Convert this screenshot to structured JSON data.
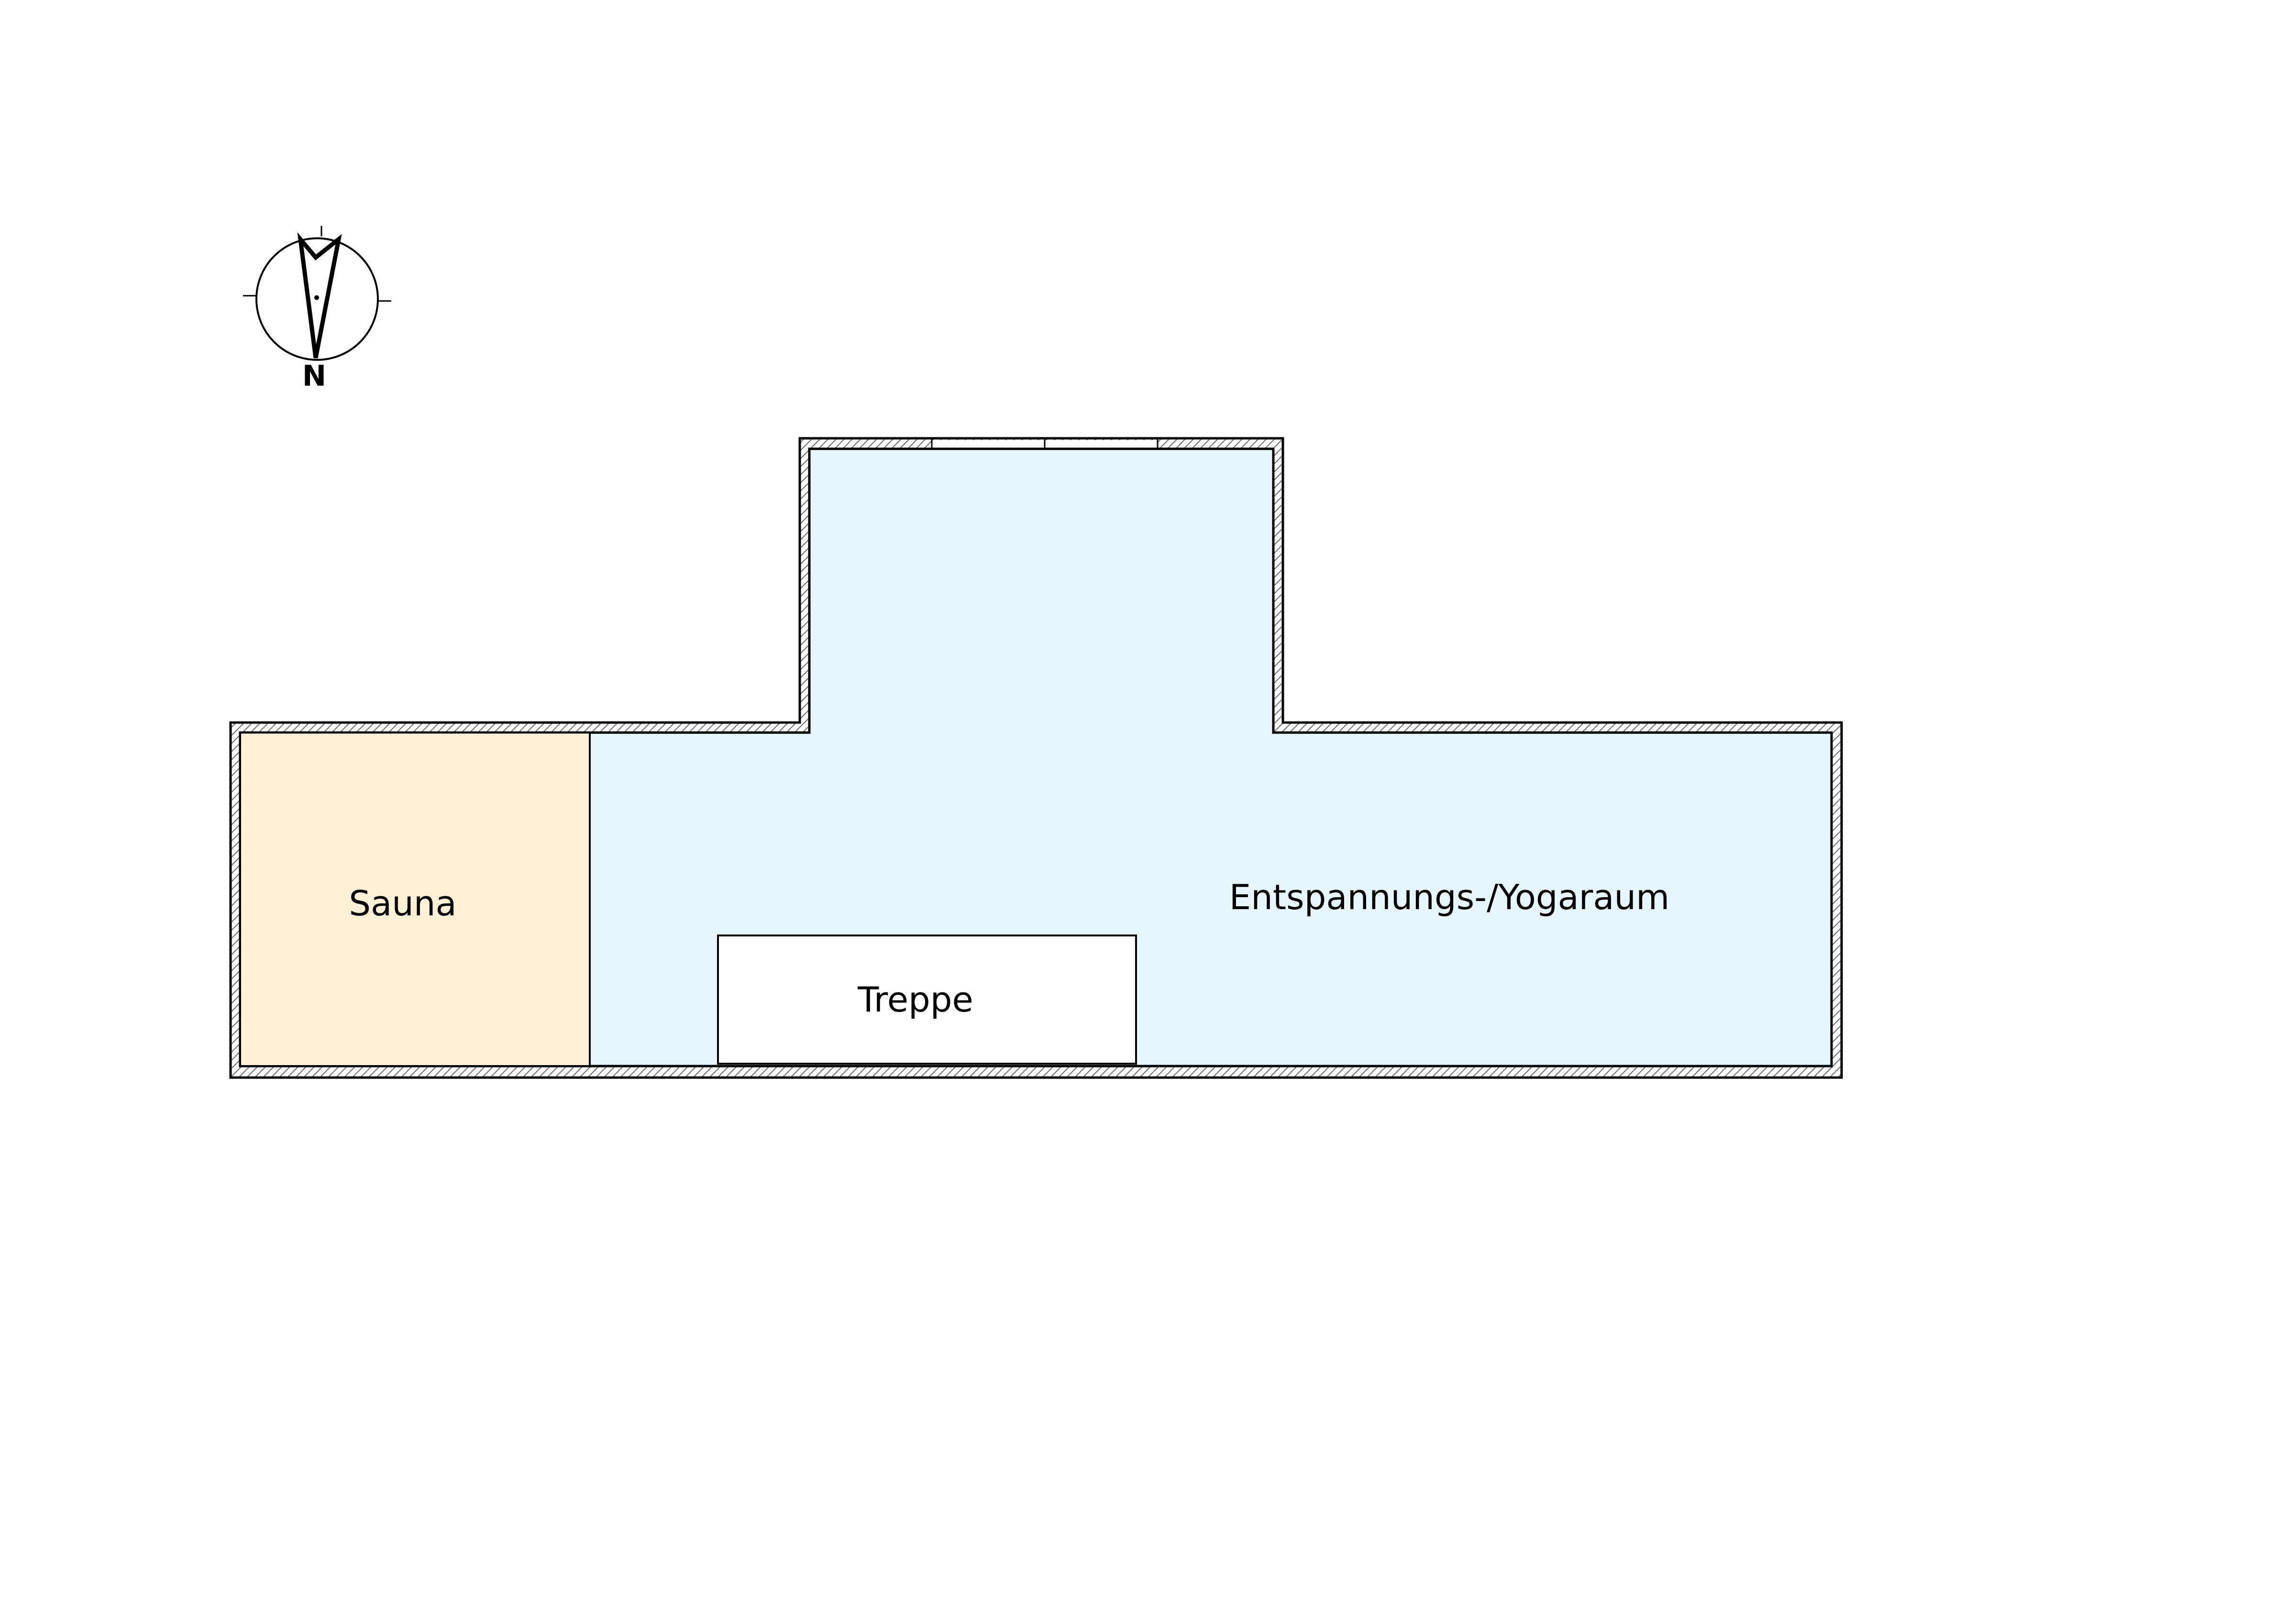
{
  "compass": {
    "icon": "north-arrow-compass-icon",
    "north_label": "N"
  },
  "rooms": [
    {
      "id": "sauna",
      "label": "Sauna",
      "fill": "#FDEFD6"
    },
    {
      "id": "yoga",
      "label": "Entspannungs-/Yogaraum",
      "fill": "#E7F6FD"
    },
    {
      "id": "stairs",
      "label": "Treppe",
      "fill": "#FFFFFF"
    }
  ],
  "colors": {
    "wall_outline": "#000000",
    "wall_hatch": "#6b6b6b",
    "background": "#FFFFFF"
  }
}
